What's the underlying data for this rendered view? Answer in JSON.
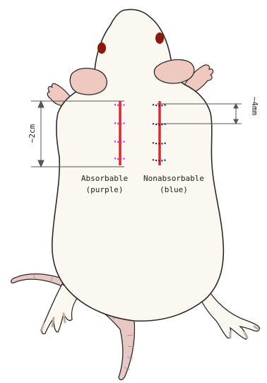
{
  "labels": {
    "length_2cm": "~2cm",
    "spacing_4mm": "~4mm",
    "absorbable": "Absorbable",
    "absorbable_color": "(purple)",
    "nonabsorbable": "Nonabsorbable",
    "nonabsorbable_color": "(blue)"
  },
  "colors": {
    "skin": "#fbf8f1",
    "outline": "#2a2a2a",
    "ear_pink": "#efc9c0",
    "eye": "#8a1a0e",
    "incision": "#e2262b",
    "suture_absorbable": "#cc33cc",
    "suture_nonabsorbable": "#20205a",
    "tail_pink": "#e8c8c4"
  },
  "sutures_per_incision": 4
}
